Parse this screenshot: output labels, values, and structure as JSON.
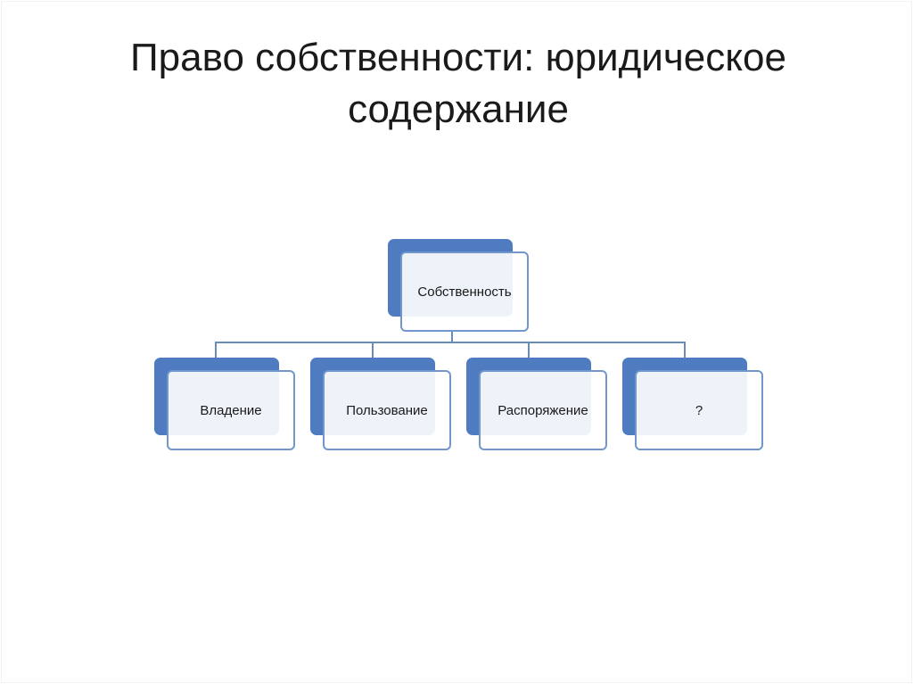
{
  "slide": {
    "title": "Право собственности: юридическое\nсодержание"
  },
  "diagram": {
    "root": {
      "label": "Собственность"
    },
    "children": [
      {
        "label": "Владение"
      },
      {
        "label": "Пользование"
      },
      {
        "label": "Распоряжение"
      },
      {
        "label": "?"
      }
    ]
  },
  "colors": {
    "node_back": "#4f7cc0",
    "node_border": "#7297cc",
    "connector": "#6a8db8"
  }
}
